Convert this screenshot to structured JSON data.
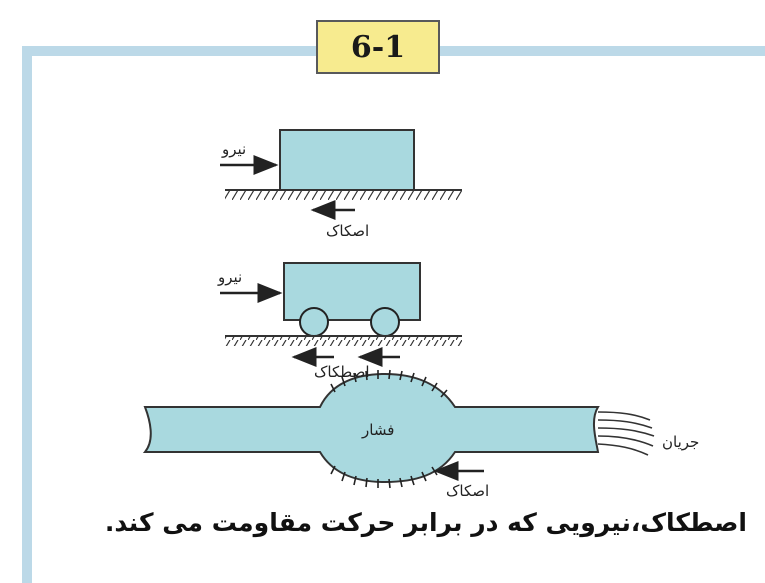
{
  "figure": {
    "number": "6-1",
    "caption": "اصطکاک،نیرویی که در برابر حرکت مقاومت می کند."
  },
  "labels": {
    "force_1": "نیرو",
    "friction_1": "اصکاک",
    "force_2": "نیرو",
    "friction_2": "اصطکاک",
    "pressure": "فشار",
    "flow": "جریان",
    "friction_3": "اصکاک"
  },
  "colors": {
    "fill": "#a9d9df",
    "frame": "#bcd9e8",
    "badge": "#f7eb8f"
  }
}
